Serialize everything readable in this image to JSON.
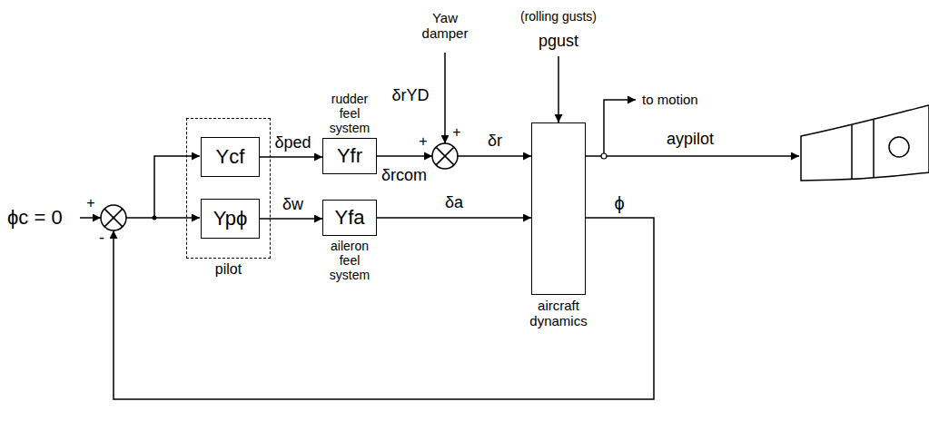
{
  "diagram": {
    "nodes": [
      {
        "text": [
          "pilot"
        ]
      },
      {
        "text": [
          "Ycf"
        ],
        "in": 0
      },
      {
        "text": [
          "Ypϕ"
        ],
        "in": 0
      },
      {
        "text": [
          "rudder feel system",
          "Yfr"
        ]
      },
      {
        "text": [
          "Yfa",
          "aileron feel system"
        ]
      },
      {
        "text": [
          "aircraft dynamics"
        ]
      }
    ],
    "edges": [
      {
        "from": 1,
        "to": 3,
        "label": "δped",
        "arrow": "to"
      },
      {
        "from": 2,
        "to": 4,
        "label": "δw",
        "arrow": "to"
      },
      {
        "from": 4,
        "to": 5,
        "label": "δa",
        "arrow": "to"
      },
      {
        "from": 3,
        "to": 5,
        "arrow": "to"
      }
    ],
    "labels": [
      "Yaw damper",
      "(rolling gusts)",
      "pgust",
      "δrYD",
      "+",
      "+",
      "to motion",
      "δrcom",
      "δr",
      "aypilot",
      "ϕc = 0",
      "+",
      "-",
      "ϕ"
    ]
  }
}
